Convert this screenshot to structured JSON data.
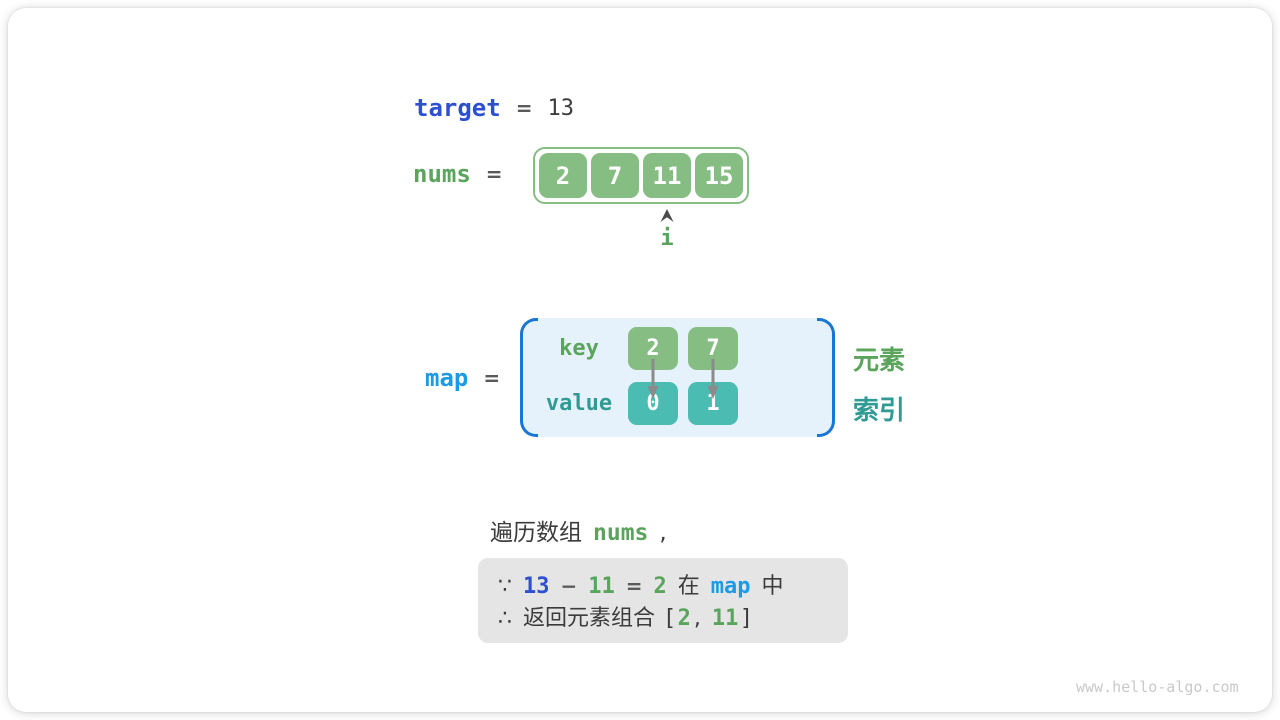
{
  "colors": {
    "royal-blue": "#2d4fd2",
    "bright-blue": "#1e9ae4",
    "bracket-blue": "#1976d2",
    "map-bg": "#e6f2fb",
    "text-green": "#5aa45c",
    "box-green": "#85bd83",
    "text-teal": "#2f9b94",
    "box-teal": "#4abcb2",
    "dark": "#3c3c3c",
    "op-gray": "#5a5a5a",
    "arrow-gray": "#8b8b8b",
    "note-bg": "#e5e5e5",
    "watermark-gray": "#c9c9c9",
    "pointer-dark": "#4a4a4a"
  },
  "target": {
    "label": "target",
    "equals": "=",
    "value": "13"
  },
  "nums": {
    "label": "nums",
    "equals": "=",
    "cells": [
      "2",
      "7",
      "11",
      "15"
    ],
    "pointer_label": "i"
  },
  "map": {
    "label": "map",
    "equals": "=",
    "key_row": {
      "label": "key",
      "cells": [
        "2",
        "7"
      ],
      "annotation": "元素"
    },
    "value_row": {
      "label": "value",
      "cells": [
        "0",
        "1"
      ],
      "annotation": "索引"
    }
  },
  "caption": {
    "prefix": "遍历数组",
    "code": "nums",
    "suffix": ","
  },
  "note": {
    "line1": {
      "marker": "∵",
      "minuend": "13",
      "minus": "−",
      "subtrahend": "11",
      "equals": "=",
      "difference": "2",
      "in_word": "在",
      "map_ref": "map",
      "suffix": "中"
    },
    "line2": {
      "marker": "∴",
      "text": "返回元素组合",
      "open_bracket": "[",
      "first": "2",
      "comma": ",",
      "second": "11",
      "close_bracket": "]"
    }
  },
  "watermark": "www.hello-algo.com"
}
